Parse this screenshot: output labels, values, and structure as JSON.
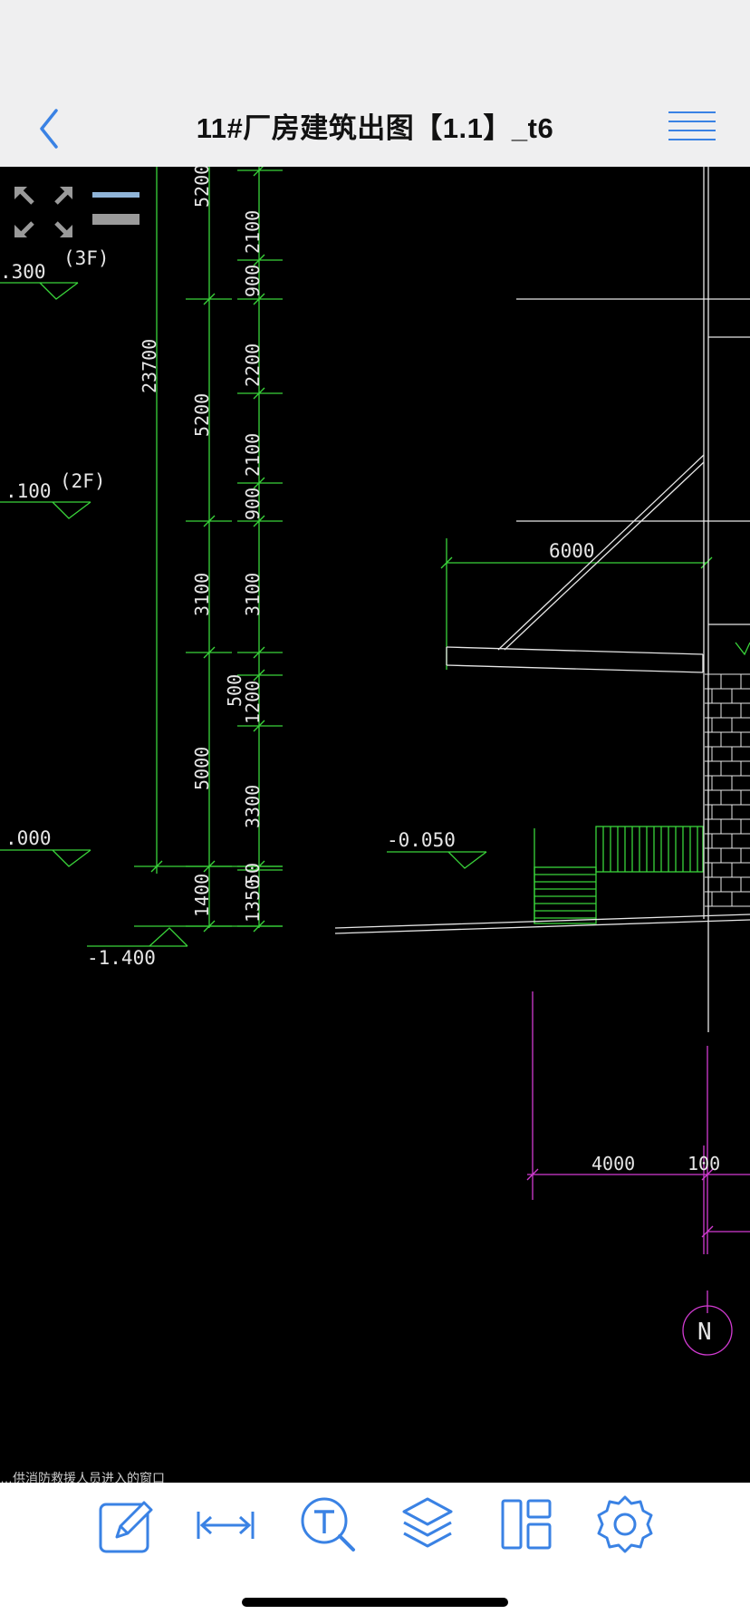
{
  "header": {
    "title": "11#厂房建筑出图【1.1】_t6"
  },
  "drawing": {
    "level_labels": [
      ".300",
      ".100",
      ".000",
      "-0.050",
      "-1.400"
    ],
    "floor_tags": [
      "(3F)",
      "(2F)"
    ],
    "dims_outer": [
      "5200",
      "23700",
      "5200",
      "3100",
      "5000",
      "1400"
    ],
    "dims_mid": [
      "500"
    ],
    "dims_inner": [
      "2100",
      "900",
      "2200",
      "2100",
      "900",
      "3100",
      "1200",
      "3300",
      "1350",
      "50"
    ],
    "dim_horizontal": "6000",
    "dims_magenta": [
      "4000",
      "100"
    ],
    "north_marker": "N",
    "footnote": "…供消防救援人员进入的窗口"
  },
  "colors": {
    "accent": "#3a82e4",
    "cad_green": "#39d43a",
    "cad_white": "#e6e6e6",
    "cad_magenta": "#d23bd2",
    "bar_bg": "#efeff0"
  },
  "toolbar": {
    "icons": [
      "edit-icon",
      "measure-icon",
      "text-search-icon",
      "layers-icon",
      "layout-icon",
      "settings-icon"
    ]
  }
}
